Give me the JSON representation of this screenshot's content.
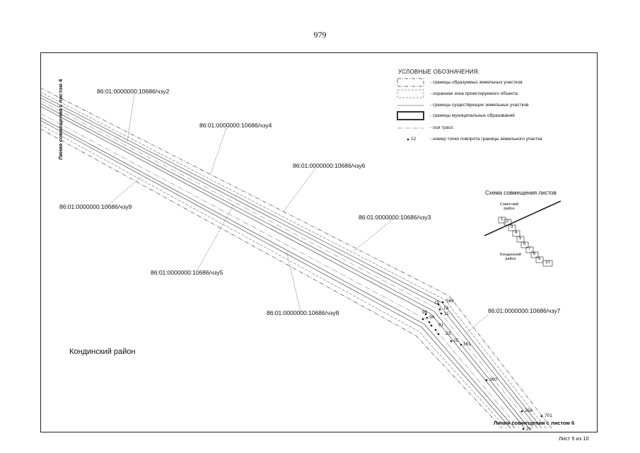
{
  "page_number": "979",
  "legend": {
    "title": "УСЛОВНЫЕ ОБОЗНАЧЕНИЯ:",
    "items": [
      {
        "label": "- границы образуемых земельных участков",
        "icon": "dash-dot-box"
      },
      {
        "label": "- охранная зона проектируемого объекта",
        "icon": "dashed-box"
      },
      {
        "label": "- границы существующих земельных участков",
        "icon": "thin-line"
      },
      {
        "label": "- границы муниципальных образований",
        "icon": "bold-box"
      },
      {
        "label": "- оси трасс",
        "icon": "dash-dot-line"
      },
      {
        "label": "- номер точки поворота границы земельного участка",
        "icon": "point-marker",
        "sample": "12"
      }
    ]
  },
  "parcels": {
    "chzu2": "86:01:0000000:10686/чзу2",
    "chzu4": "86:01:0000000:10686/чзу4",
    "chzu6": "86:01:0000000:10686/чзу6",
    "chzu9": "86:01:0000000:10686/чзу9",
    "chzu3": "86:01:0000000:10686/чзу3",
    "chzu5": "86:01:0000000:10686/чзу5",
    "chzu8": "86:01:0000000:10686/чзу8",
    "chzu7": "86:01:0000000:10686/чзу7"
  },
  "points": {
    "p566": "566",
    "p15": "15",
    "p13": "13",
    "p11": "11",
    "p96": "96",
    "p94": "94",
    "p91": "91",
    "p23": "23",
    "p25": "25",
    "p361": "361",
    "p360": "360",
    "p358": "358",
    "p701": "701",
    "p26": "26"
  },
  "scheme": {
    "title": "Схема совмещения листов",
    "district_top": "Советский район",
    "district_bottom": "Кондинский район",
    "sheets": [
      "1",
      "2",
      "3",
      "4",
      "5",
      "6",
      "7",
      "8",
      "9",
      "10"
    ]
  },
  "district_label": "Кондинский район",
  "link_left": "Линия совмещения с листом 4",
  "link_bottom": "Линия совмещения с листом 6",
  "sheet_footer": "Лист 5 из 10"
}
